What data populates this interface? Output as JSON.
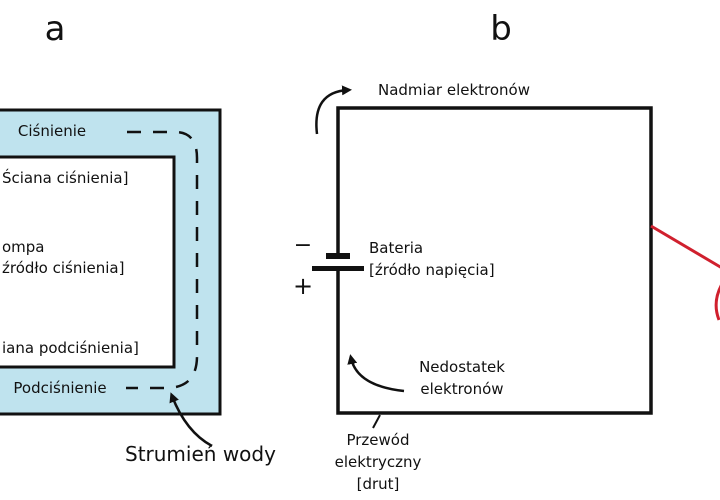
{
  "panels": {
    "a": {
      "letter": "a",
      "pressure_label": "Ciśnienie",
      "pressure_wall": "Ściana ciśnienia]",
      "pump_line1": "ompa",
      "pump_line2": "źródło ciśnienia]",
      "vacuum_wall": "iana podciśnienia]",
      "vacuum_label": "Podciśnienie",
      "water_flow": "Strumień wody"
    },
    "b": {
      "letter": "b",
      "excess": "Nadmiar elektronów",
      "minus": "−",
      "plus": "+",
      "battery_line1": "Bateria",
      "battery_line2": "[źródło napięcia]",
      "deficit_line1": "Nedostatek",
      "deficit_line2": "elektronów",
      "wire_line1": "Przewód",
      "wire_line2": "elektryczny",
      "wire_line3": "[drut]"
    }
  },
  "colors": {
    "water": "#bfe3ee",
    "line": "#111111",
    "accent_red": "#d0202e"
  }
}
